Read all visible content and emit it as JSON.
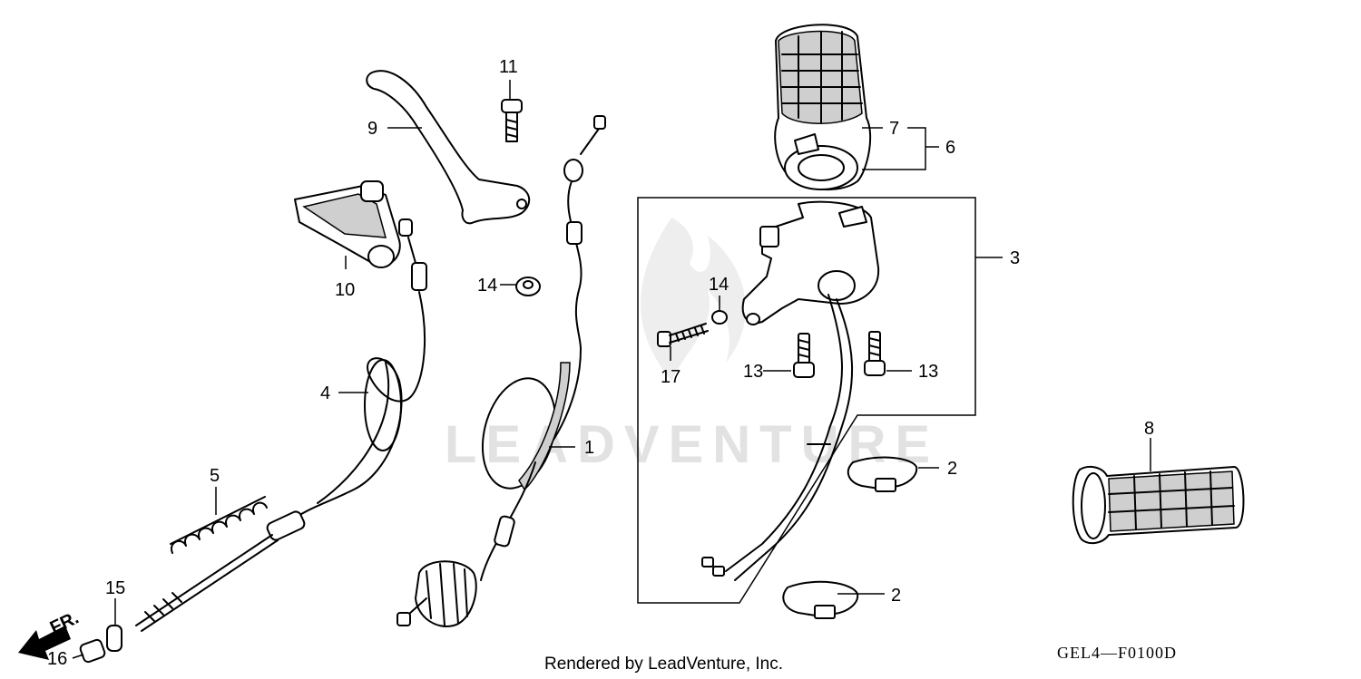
{
  "callouts": [
    "1",
    "2",
    "3",
    "4",
    "5",
    "6",
    "7",
    "8",
    "9",
    "10",
    "11",
    "13",
    "14",
    "15",
    "16",
    "17"
  ],
  "watermark": "LEADVENTURE",
  "direction_label": "FR.",
  "footer": {
    "rendered_by": "Rendered by LeadVenture, Inc.",
    "diagram_code": "GEL4—F0100D"
  }
}
